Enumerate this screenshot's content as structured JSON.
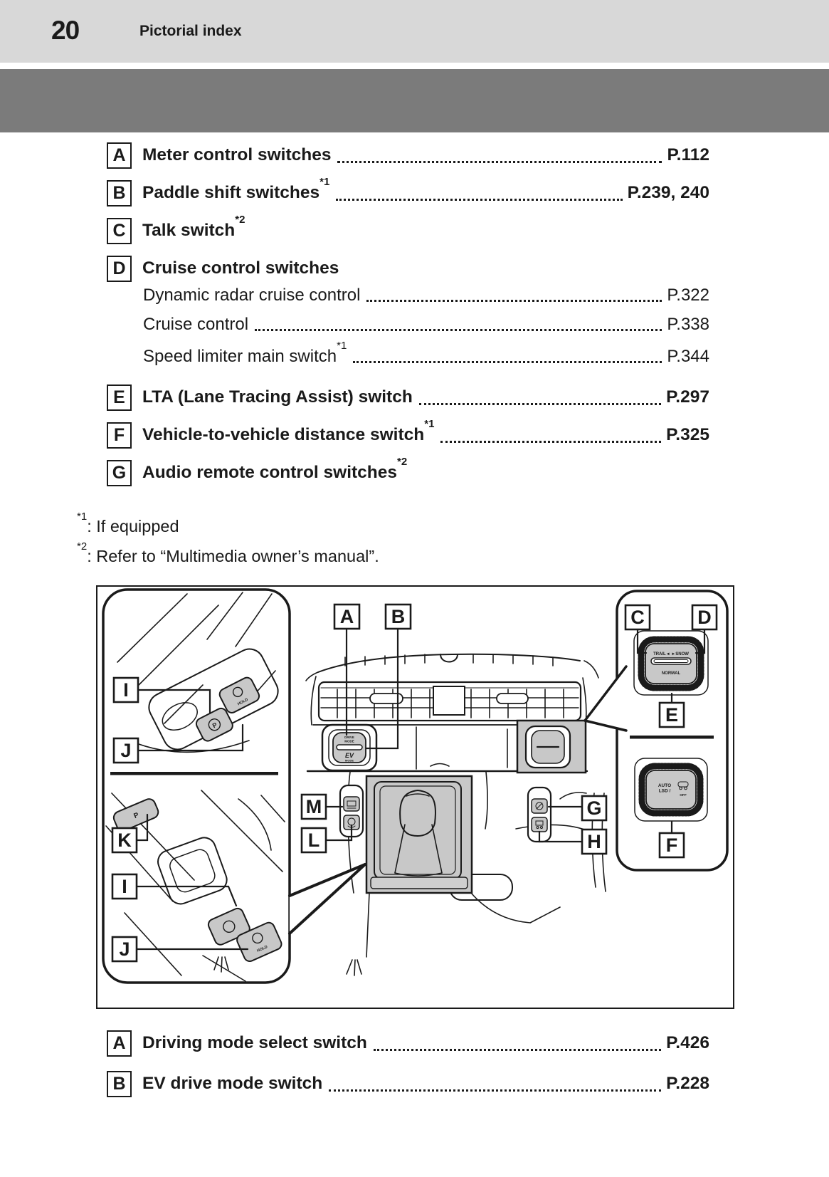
{
  "page": {
    "number": "20",
    "section_title": "Pictorial index"
  },
  "index_top": {
    "rows": [
      {
        "label": "A",
        "text": "Meter control switches",
        "sup": "",
        "page": "P.112"
      },
      {
        "label": "B",
        "text": "Paddle shift switches",
        "sup": "*1",
        "page": "P.239, 240"
      },
      {
        "label": "C",
        "text": "Talk switch",
        "sup": "*2",
        "page": ""
      },
      {
        "label": "D",
        "text": "Cruise control switches",
        "sup": "",
        "page": ""
      },
      {
        "text": "Dynamic radar cruise control",
        "sup": "",
        "page": "P.322"
      },
      {
        "text": "Cruise control",
        "sup": "",
        "page": "P.338"
      },
      {
        "text": "Speed limiter main switch",
        "sup": "*1",
        "page": "P.344"
      },
      {
        "label": "E",
        "text": "LTA (Lane Tracing Assist) switch",
        "sup": "",
        "page": "P.297"
      },
      {
        "label": "F",
        "text": "Vehicle-to-vehicle distance switch",
        "sup": "*1",
        "page": "P.325"
      },
      {
        "label": "G",
        "text": "Audio remote control switches",
        "sup": "*2",
        "page": ""
      }
    ]
  },
  "footnotes": [
    {
      "marker": "*1",
      "text": ": If equipped"
    },
    {
      "marker": "*2",
      "text": ": Refer to “Multimedia owner’s manual”."
    }
  ],
  "diagram": {
    "callouts": {
      "a": "A",
      "b": "B",
      "c": "C",
      "d": "D",
      "e": "E",
      "f": "F",
      "g": "G",
      "h": "H",
      "i": "I",
      "j": "J",
      "k": "K",
      "l": "L",
      "m": "M"
    },
    "labels": {
      "drive": "DRIVE",
      "mode": "MODE",
      "ev": "EV",
      "ev_mode": "MODE",
      "trail_snow": "TRAIL◄ ►SNOW",
      "normal": "NORMAL",
      "auto": "AUTO",
      "lsd": "LSD /",
      "off": "OFF",
      "park": "P",
      "hold": "HOLD"
    }
  },
  "index_bottom": {
    "rows": [
      {
        "label": "A",
        "text": "Driving mode select switch",
        "sup": "",
        "page": "P.426"
      },
      {
        "label": "B",
        "text": "EV drive mode switch",
        "sup": "",
        "page": "P.228"
      }
    ]
  }
}
